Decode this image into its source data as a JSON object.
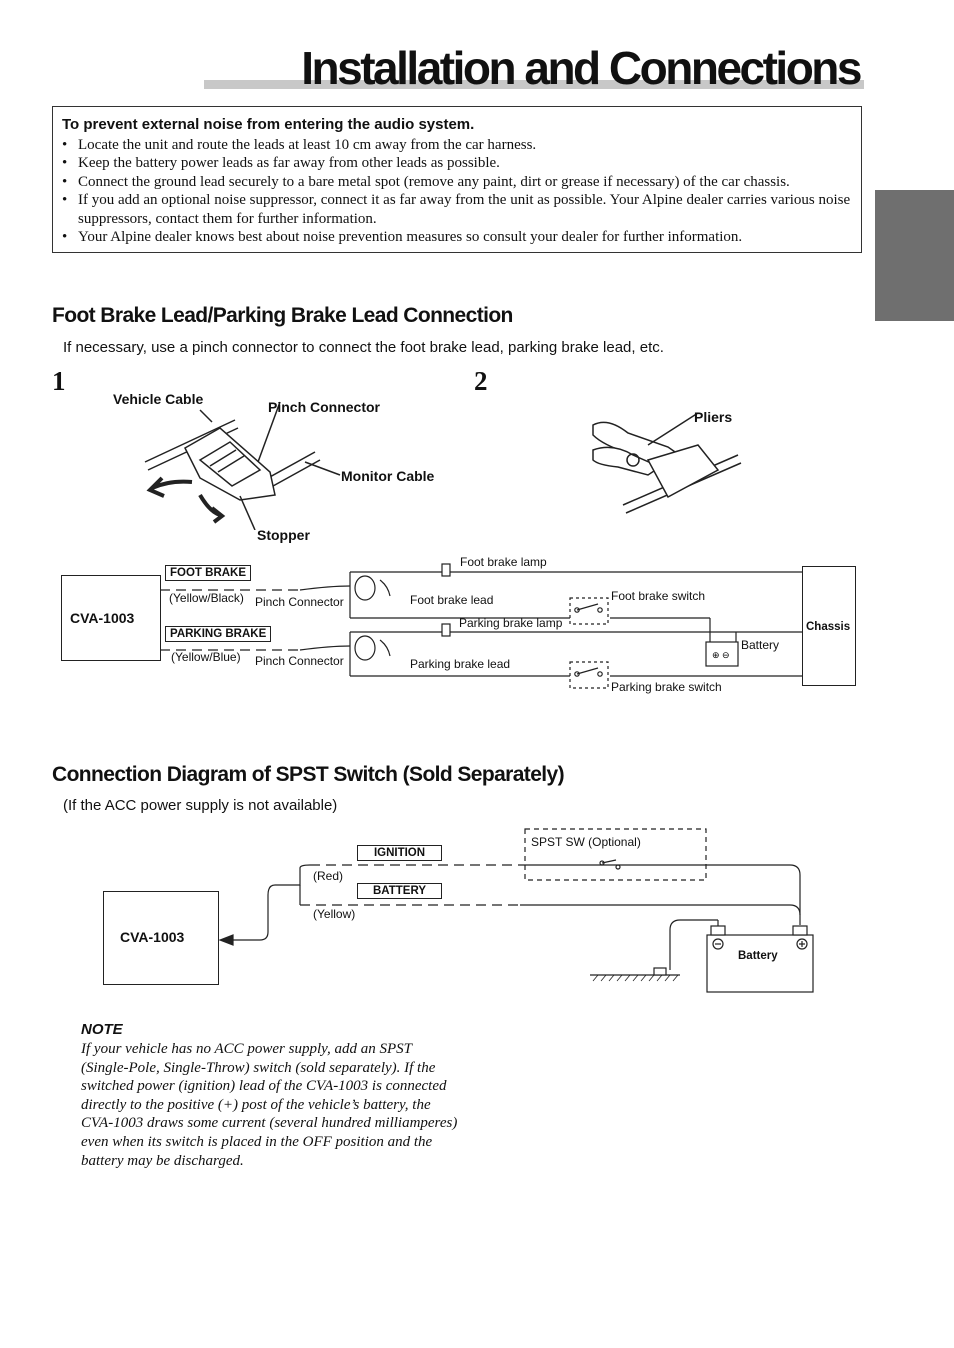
{
  "page": {
    "title": "Installation and Connections"
  },
  "notice": {
    "title": "To prevent external noise from entering the audio system.",
    "bullets": [
      "Locate the unit and route the leads at least 10 cm away from the car harness.",
      "Keep the battery power leads as far away from other leads as possible.",
      "Connect the ground lead securely to a bare metal spot (remove any paint, dirt or grease if necessary) of the car chassis.",
      "If you add an optional noise suppressor, connect it as far away from the unit as possible. Your Alpine dealer carries various noise suppressors, contact them for further information.",
      "Your Alpine dealer knows best about noise prevention measures so consult your dealer for further information."
    ]
  },
  "brake_section": {
    "heading": "Foot Brake Lead/Parking Brake Lead Connection",
    "intro": "If necessary, use a pinch connector to connect the foot brake lead, parking brake lead, etc.",
    "step1": {
      "number": "1",
      "vehicle_cable": "Vehicle Cable",
      "pinch_connector": "Pinch Connector",
      "monitor_cable": "Monitor Cable",
      "stopper": "Stopper"
    },
    "step2": {
      "number": "2",
      "pliers": "Pliers"
    },
    "wiring": {
      "unit": "CVA-1003",
      "foot_brake_tag": "FOOT BRAKE",
      "foot_brake_color": "(Yellow/Black)",
      "parking_brake_tag": "PARKING BRAKE",
      "parking_brake_color": "(Yellow/Blue)",
      "pinch_connector_1": "Pinch Connector",
      "pinch_connector_2": "Pinch Connector",
      "foot_brake_lamp": "Foot brake lamp",
      "foot_brake_lead": "Foot brake lead",
      "foot_brake_switch": "Foot brake switch",
      "parking_brake_lamp": "Parking brake lamp",
      "parking_brake_lead": "Parking brake lead",
      "parking_brake_switch": "Parking brake switch",
      "battery": "Battery",
      "chassis": "Chassis"
    }
  },
  "spst_section": {
    "heading": "Connection Diagram of SPST Switch (Sold Separately)",
    "subtitle": "(If the ACC power supply is not available)",
    "unit": "CVA-1003",
    "ignition_tag": "IGNITION",
    "red": "(Red)",
    "battery_tag": "BATTERY",
    "yellow": "(Yellow)",
    "spst_label": "SPST SW (Optional)",
    "battery": "Battery"
  },
  "note": {
    "head": "NOTE",
    "body": "If your vehicle has no ACC power supply, add an SPST (Single-Pole, Single-Throw) switch (sold separately). If the switched power (ignition) lead of the CVA-1003 is connected directly to the positive (+) post of the vehicle’s battery, the CVA-1003 draws some current (several hundred milliamperes) even when its switch is placed in the OFF position and the battery may be discharged."
  }
}
